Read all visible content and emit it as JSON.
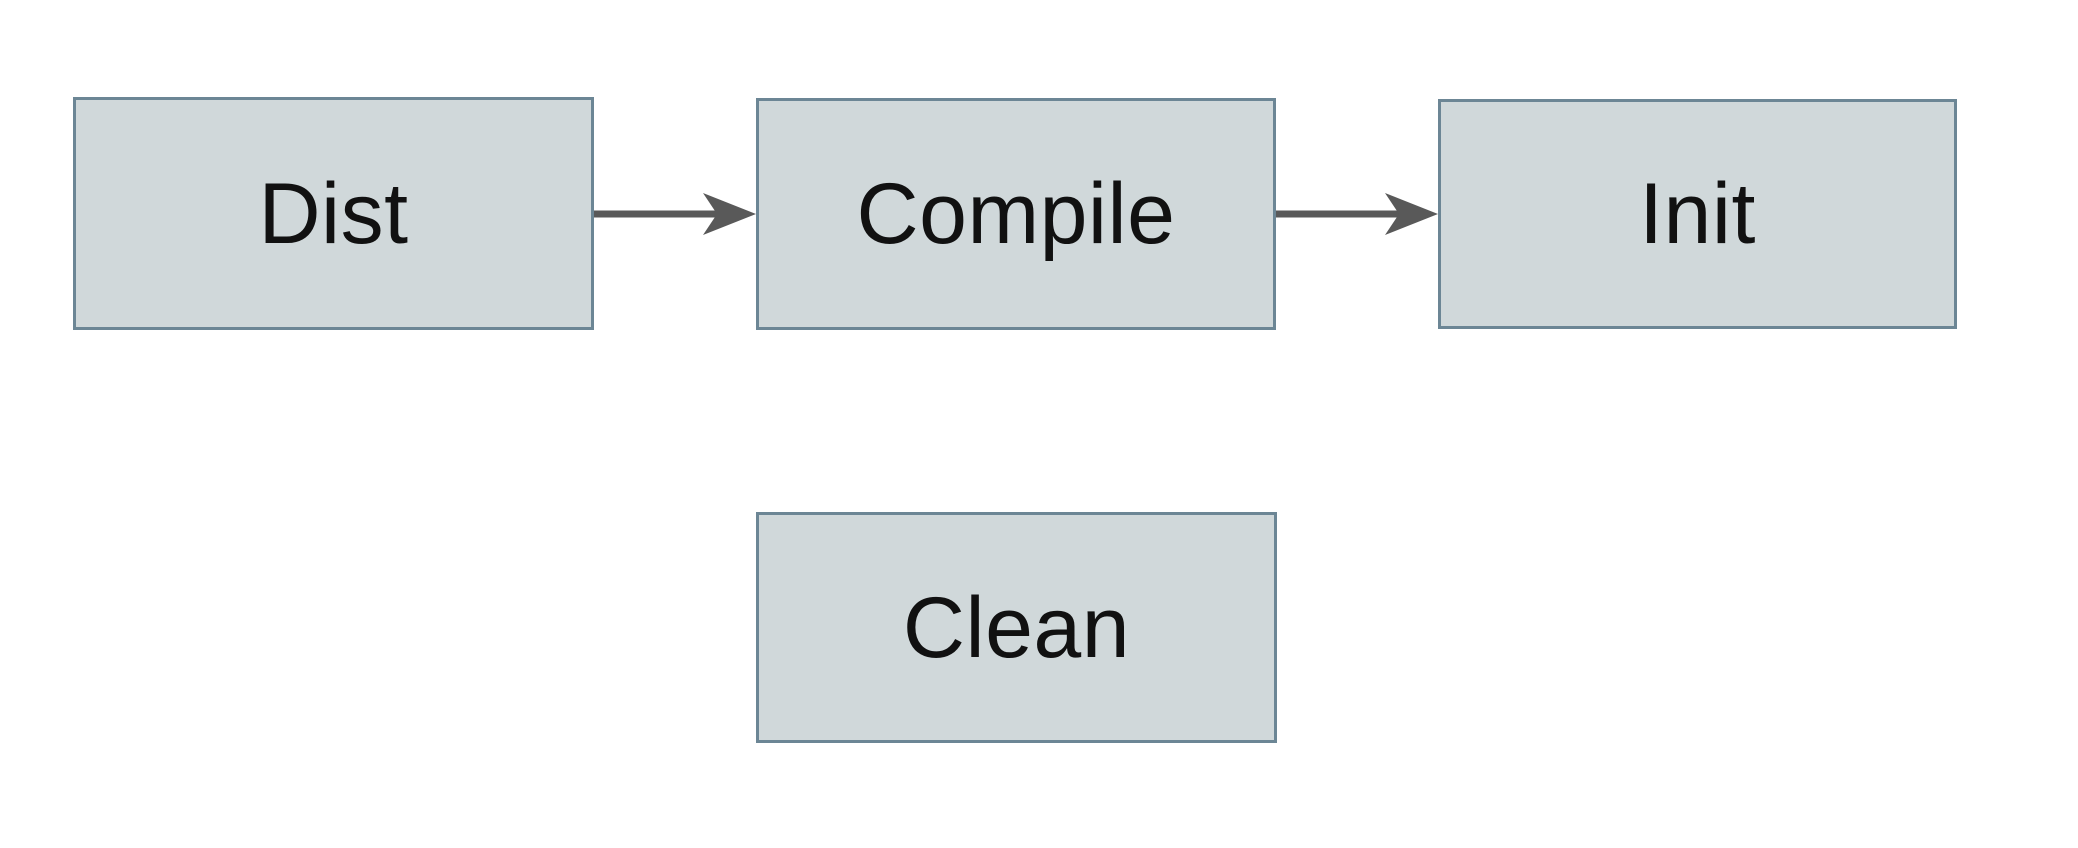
{
  "diagram": {
    "type": "flowchart",
    "background": "#ffffff",
    "colors": {
      "node_fill": "#d0d8da",
      "node_border": "#6c8695",
      "arrow": "#595959",
      "text": "#111111"
    },
    "nodes": [
      {
        "id": "dist",
        "label": "Dist"
      },
      {
        "id": "compile",
        "label": "Compile"
      },
      {
        "id": "init",
        "label": "Init"
      },
      {
        "id": "clean",
        "label": "Clean"
      }
    ],
    "edges": [
      {
        "from": "dist",
        "to": "compile",
        "direction": "right"
      },
      {
        "from": "compile",
        "to": "init",
        "direction": "right"
      }
    ]
  }
}
